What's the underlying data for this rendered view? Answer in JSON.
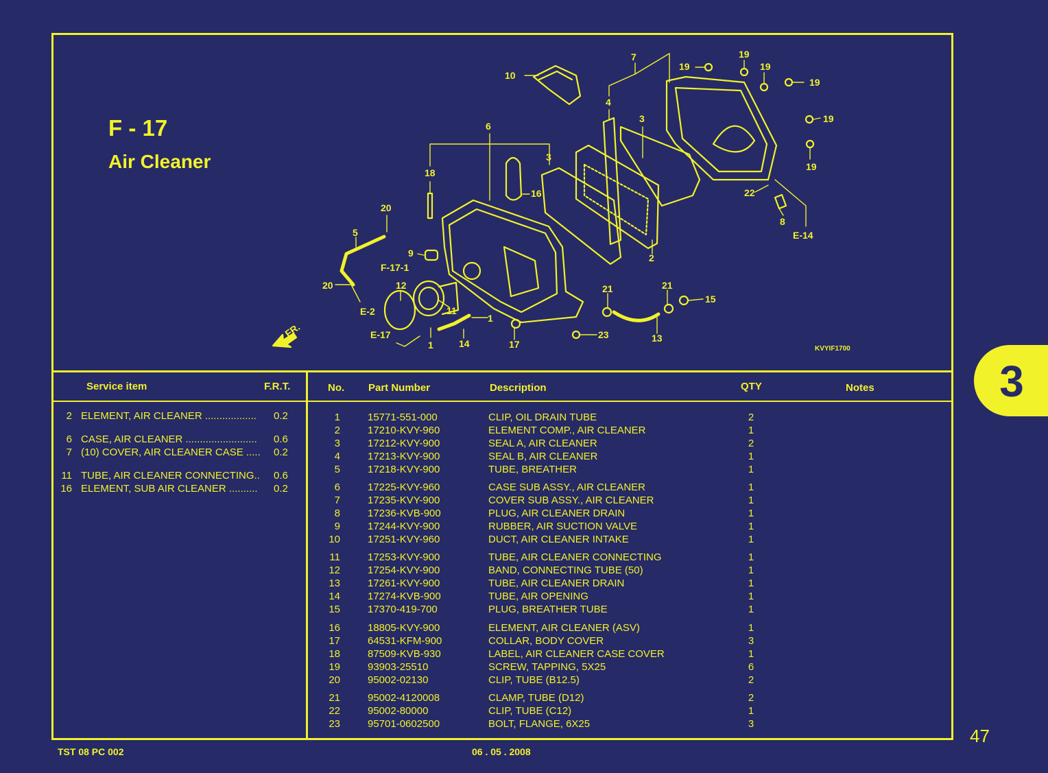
{
  "figure": {
    "code": "F - 17",
    "title": "Air Cleaner",
    "diagram_code": "KVYIF1700"
  },
  "callouts": {
    "c1a": "1",
    "c1b": "1",
    "c2": "2",
    "c3a": "3",
    "c3b": "3",
    "c4": "4",
    "c5": "5",
    "c6": "6",
    "c7": "7",
    "c8": "8",
    "c9": "9",
    "c10": "10",
    "c11": "11",
    "c12": "12",
    "c13": "13",
    "c14": "14",
    "c15": "15",
    "c16": "16",
    "c17": "17",
    "c18": "18",
    "c19a": "19",
    "c19b": "19",
    "c19c": "19",
    "c19d": "19",
    "c19e": "19",
    "c19f": "19",
    "c20a": "20",
    "c20b": "20",
    "c21a": "21",
    "c21b": "21",
    "c22": "22",
    "c23": "23",
    "ref_f171": "F-17-1",
    "ref_e2": "E-2",
    "ref_e17": "E-17",
    "ref_e14": "E-14",
    "front": "FR."
  },
  "service_header": {
    "item": "Service item",
    "frt": "F.R.T."
  },
  "service_items": [
    {
      "no": "2",
      "name": "ELEMENT, AIR CLEANER ..................",
      "frt": "0.2"
    },
    {
      "no": "6",
      "name": "CASE, AIR CLEANER .........................",
      "frt": "0.6"
    },
    {
      "no": "7",
      "name": "(10) COVER, AIR CLEANER CASE .....",
      "frt": "0.2"
    },
    {
      "no": "11",
      "name": "TUBE, AIR CLEANER CONNECTING..",
      "frt": "0.6"
    },
    {
      "no": "16",
      "name": "ELEMENT, SUB AIR CLEANER ..........",
      "frt": "0.2"
    }
  ],
  "parts_header": {
    "no": "No.",
    "part_number": "Part Number",
    "description": "Description",
    "qty": "QTY",
    "notes": "Notes"
  },
  "parts": [
    {
      "no": "1",
      "pn": "15771-551-000",
      "desc": "CLIP, OIL DRAIN TUBE",
      "qty": "2"
    },
    {
      "no": "2",
      "pn": "17210-KVY-960",
      "desc": "ELEMENT COMP., AIR CLEANER",
      "qty": "1"
    },
    {
      "no": "3",
      "pn": "17212-KVY-900",
      "desc": "SEAL A, AIR CLEANER",
      "qty": "2"
    },
    {
      "no": "4",
      "pn": "17213-KVY-900",
      "desc": "SEAL B, AIR CLEANER",
      "qty": "1"
    },
    {
      "no": "5",
      "pn": "17218-KVY-900",
      "desc": "TUBE, BREATHER",
      "qty": "1"
    },
    {
      "no": "6",
      "pn": "17225-KVY-960",
      "desc": "CASE SUB ASSY., AIR CLEANER",
      "qty": "1"
    },
    {
      "no": "7",
      "pn": "17235-KVY-900",
      "desc": "COVER SUB ASSY., AIR CLEANER",
      "qty": "1"
    },
    {
      "no": "8",
      "pn": "17236-KVB-900",
      "desc": "PLUG, AIR CLEANER DRAIN",
      "qty": "1"
    },
    {
      "no": "9",
      "pn": "17244-KVY-900",
      "desc": "RUBBER, AIR SUCTION VALVE",
      "qty": "1"
    },
    {
      "no": "10",
      "pn": "17251-KVY-960",
      "desc": "DUCT, AIR CLEANER INTAKE",
      "qty": "1"
    },
    {
      "no": "11",
      "pn": "17253-KVY-900",
      "desc": "TUBE, AIR CLEANER CONNECTING",
      "qty": "1"
    },
    {
      "no": "12",
      "pn": "17254-KVY-900",
      "desc": "BAND, CONNECTING TUBE (50)",
      "qty": "1"
    },
    {
      "no": "13",
      "pn": "17261-KVY-900",
      "desc": "TUBE, AIR CLEANER DRAIN",
      "qty": "1"
    },
    {
      "no": "14",
      "pn": "17274-KVB-900",
      "desc": "TUBE, AIR OPENING",
      "qty": "1"
    },
    {
      "no": "15",
      "pn": "17370-419-700",
      "desc": "PLUG, BREATHER TUBE",
      "qty": "1"
    },
    {
      "no": "16",
      "pn": "18805-KVY-900",
      "desc": "ELEMENT, AIR CLEANER (ASV)",
      "qty": "1"
    },
    {
      "no": "17",
      "pn": "64531-KFM-900",
      "desc": "COLLAR, BODY COVER",
      "qty": "3"
    },
    {
      "no": "18",
      "pn": "87509-KVB-930",
      "desc": "LABEL, AIR CLEANER CASE COVER",
      "qty": "1"
    },
    {
      "no": "19",
      "pn": "93903-25510",
      "desc": "SCREW, TAPPING, 5X25",
      "qty": "6"
    },
    {
      "no": "20",
      "pn": "95002-02130",
      "desc": "CLIP, TUBE (B12.5)",
      "qty": "2"
    },
    {
      "no": "21",
      "pn": "95002-4120008",
      "desc": "CLAMP, TUBE (D12)",
      "qty": "2"
    },
    {
      "no": "22",
      "pn": "95002-80000",
      "desc": "CLIP, TUBE (C12)",
      "qty": "1"
    },
    {
      "no": "23",
      "pn": "95701-0602500",
      "desc": "BOLT, FLANGE, 6X25",
      "qty": "3"
    }
  ],
  "footer": {
    "doc_code": "TST 08 PC 002",
    "date": "06 . 05 . 2008"
  },
  "section_tab": "3",
  "page_number": "47",
  "colors": {
    "background": "#262a66",
    "ink": "#f2f22a"
  }
}
